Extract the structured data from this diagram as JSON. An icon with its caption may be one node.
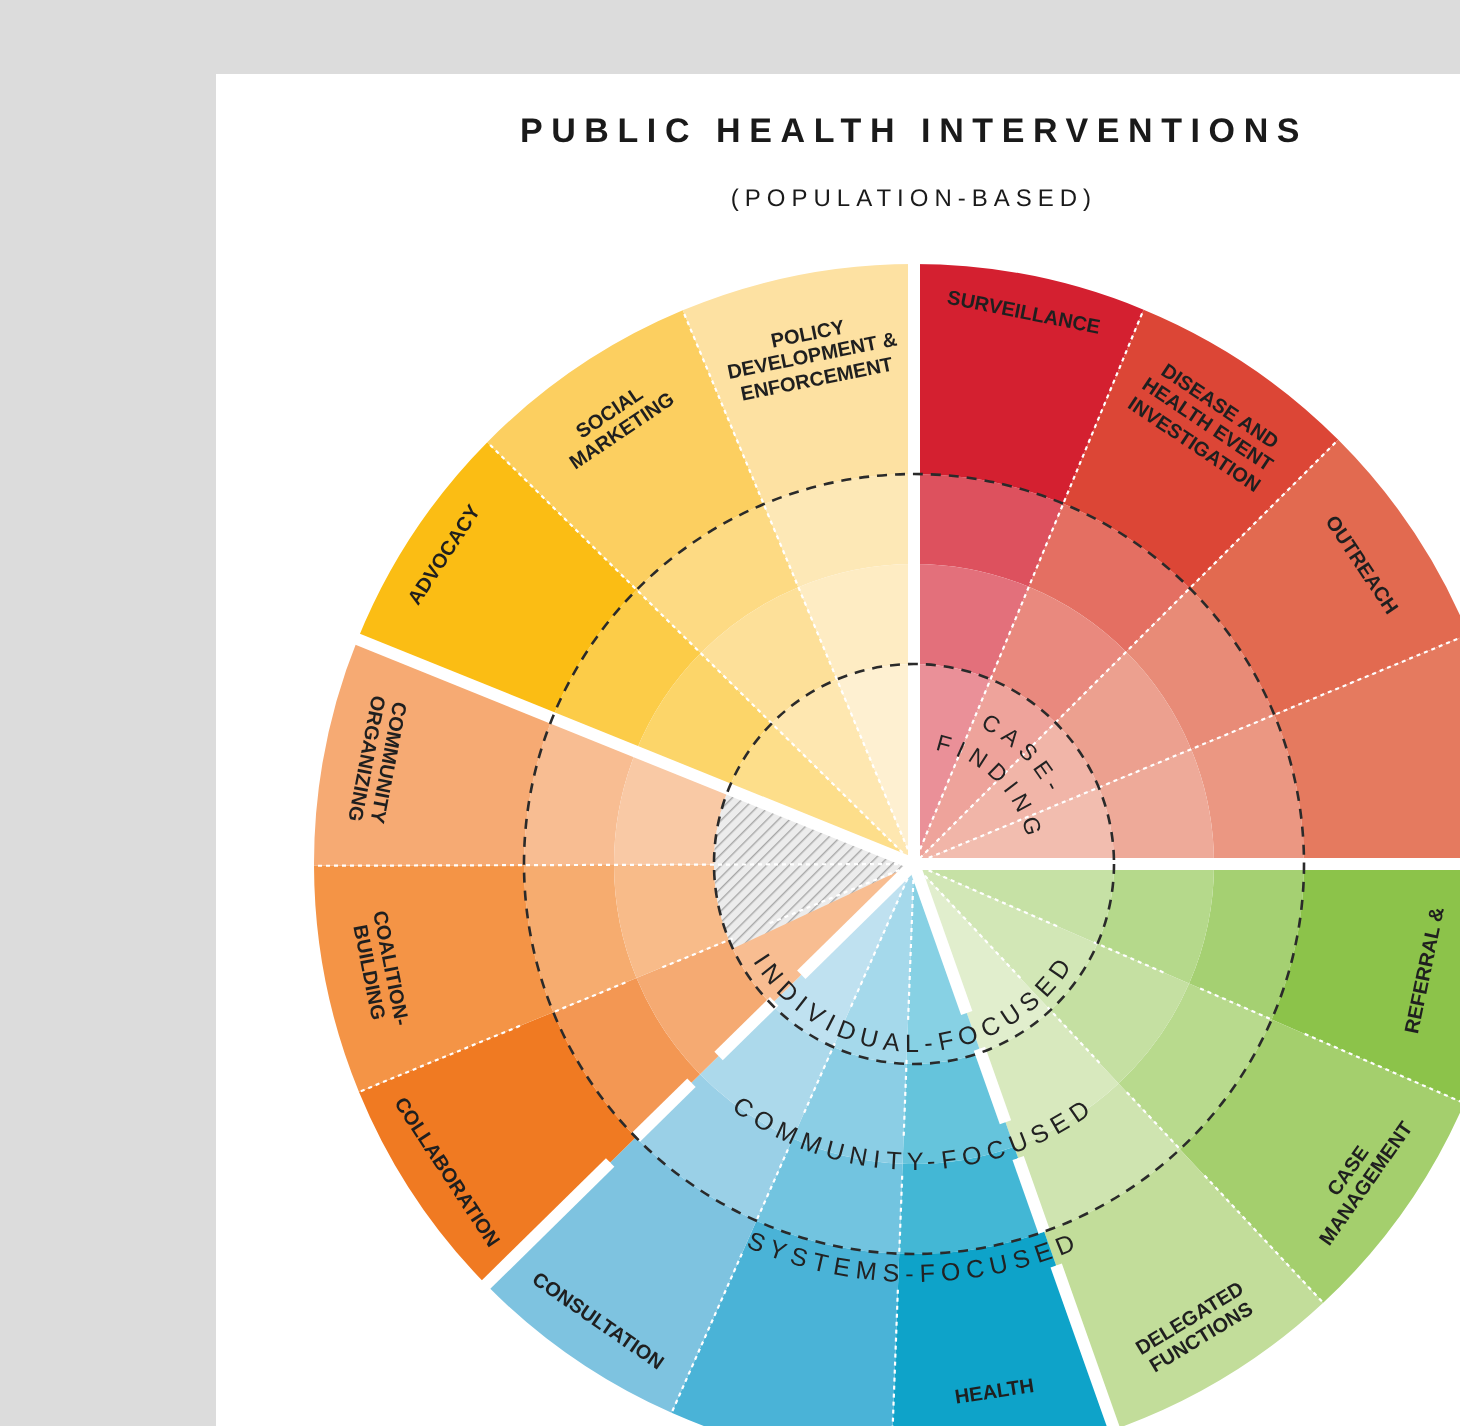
{
  "diagram": {
    "title": "PUBLIC HEALTH INTERVENTIONS",
    "nodes": [
      {
        "text": [
          "SURVEILLANCE"
        ]
      },
      {
        "text": [
          "DISEASE AND HEALTH EVENT INVESTIGATION"
        ]
      },
      {
        "text": [
          "OUTREACH"
        ]
      },
      {
        "text": [],
        "shape": "wedge"
      },
      {
        "text": [
          "REFERRAL &"
        ]
      },
      {
        "text": [
          "CASE MANAGEMENT"
        ]
      },
      {
        "text": [
          "DELEGATED FUNCTIONS"
        ]
      },
      {
        "text": [
          "HEALTH"
        ]
      },
      {
        "text": [],
        "shape": "wedge"
      },
      {
        "text": [
          "CONSULTATION"
        ]
      },
      {
        "text": [
          "COLLABORATION"
        ]
      },
      {
        "text": [
          "COALITION-BUILDING"
        ]
      },
      {
        "text": [
          "COMMUNITY ORGANIZING"
        ]
      },
      {
        "text": [
          "ADVOCACY"
        ]
      },
      {
        "text": [
          "SOCIAL MARKETING"
        ]
      },
      {
        "text": [
          "POLICY DEVELOPMENT & ENFORCEMENT"
        ]
      }
    ],
    "labels": [
      "(POPULATION-BASED)",
      "CASE-FINDING",
      "INDIVIDUAL-FOCUSED",
      "COMMUNITY-FOCUSED",
      "SYSTEMS-FOCUSED"
    ]
  }
}
